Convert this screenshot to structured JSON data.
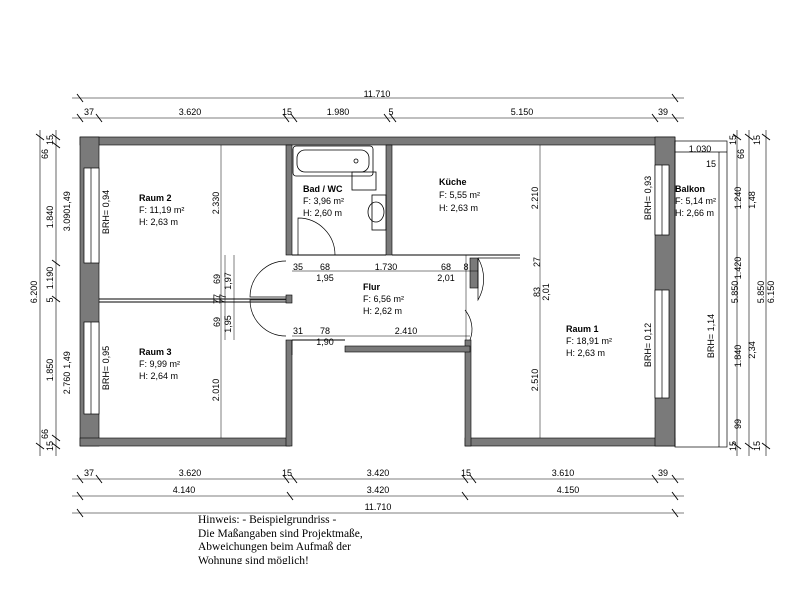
{
  "rooms": [
    {
      "name": "Raum 2",
      "area": "F: 11,19 m²",
      "height": "H: 2,63 m"
    },
    {
      "name": "Raum 3",
      "area": "F: 9,99 m²",
      "height": "H: 2,64 m"
    },
    {
      "name": "Bad / WC",
      "area": "F: 3,96 m²",
      "height": "H: 2,60 m"
    },
    {
      "name": "Küche",
      "area": "F: 5,55 m²",
      "height": "H: 2,63 m"
    },
    {
      "name": "Flur",
      "area": "F: 6,56 m²",
      "height": "H: 2,62 m"
    },
    {
      "name": "Raum 1",
      "area": "F: 18,91 m²",
      "height": "H: 2,63 m"
    },
    {
      "name": "Balkon",
      "area": "F: 5,14 m²",
      "height": "H: 2,66 m"
    }
  ],
  "dims": {
    "top_total": "11.710",
    "top_chain": [
      "37",
      "3.620",
      "15",
      "1.980",
      "5",
      "5.150",
      "39"
    ],
    "bottom_chain": [
      "37",
      "3.620",
      "15",
      "3.420",
      "15",
      "3.610",
      "39"
    ],
    "bottom_chain2": [
      "4.140",
      "3.420",
      "4.150"
    ],
    "bottom_total": "11.710",
    "left_total": "6.200",
    "left_chain": [
      "15",
      "1.840",
      "1.190",
      "5",
      "1.850",
      "15"
    ],
    "left_inner": [
      "66",
      "1,49",
      "3.090",
      "2.760",
      "1,49",
      "66"
    ],
    "right_outer": [
      "6.150",
      "5.850"
    ],
    "right_chain": [
      "15",
      "1.240",
      "1.420",
      "1.840",
      "15",
      "99"
    ],
    "right_inner": [
      "66",
      "1,48",
      "2,34"
    ],
    "balkon_top": [
      "1.030",
      "15"
    ],
    "raum2_height": "2.330",
    "raum3_height": "2.010",
    "kueche_height": "2.210",
    "raum1_height": "2.510",
    "flur_top": [
      "35",
      "68",
      "1.730",
      "68",
      "8"
    ],
    "flur_top_sub": [
      "1,95",
      "2,01"
    ],
    "flur_bottom": [
      "31",
      "78",
      "2.410"
    ],
    "flur_bottom_sub": "1,90",
    "flur_right": [
      "27",
      "83",
      "2,01"
    ],
    "hall_left": [
      "69",
      "1,97",
      "69",
      "1,95"
    ],
    "hall_left_small": [
      "77",
      "77"
    ],
    "brh": [
      "BRH= 0,94",
      "BRH= 0,95",
      "BRH= 0,93",
      "BRH= 0,12",
      "BRH= 1,14"
    ]
  },
  "note": [
    "Hinweis: - Beispielgrundriss -",
    "Die Maßangaben sind Projektmaße,",
    "Abweichungen beim Aufmaß der",
    "Wohnung sind möglich!"
  ]
}
